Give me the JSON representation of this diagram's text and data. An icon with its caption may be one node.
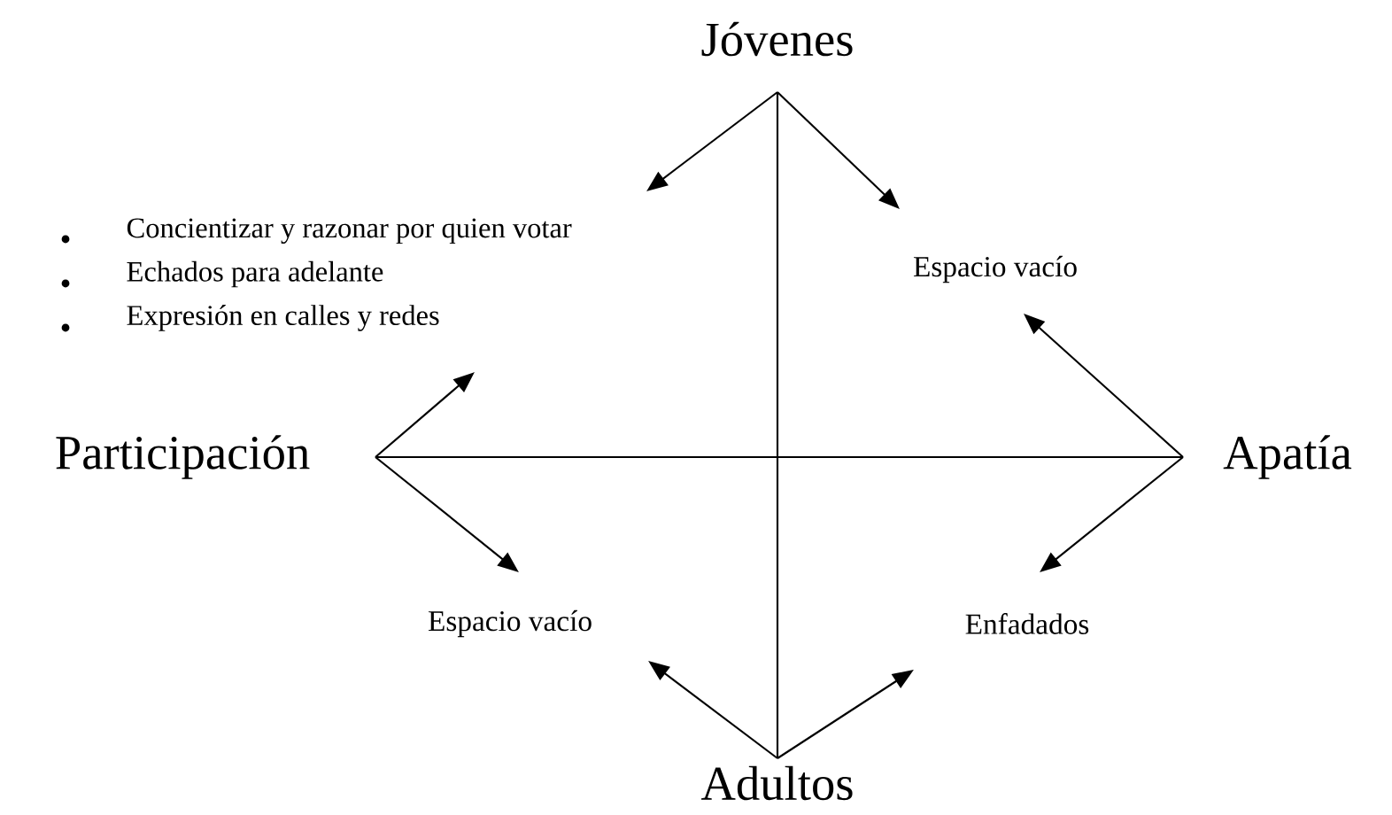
{
  "diagram": {
    "nodes": [
      {
        "text": [
          "Jóvenes"
        ]
      },
      {
        "text": [
          "Concientizar y razonar por quien votar",
          "Echados para adelante",
          "Expresión en calles y redes"
        ]
      },
      {
        "text": [
          "Espacio vacío"
        ]
      },
      {
        "text": [
          "Participación"
        ]
      },
      {
        "text": [
          "Apatía"
        ]
      },
      {
        "text": [
          "Espacio vacío"
        ]
      },
      {
        "text": [
          "Enfadados"
        ]
      },
      {
        "text": [
          "Adultos"
        ]
      }
    ],
    "edges": [
      {
        "from": 0,
        "to": 1,
        "arrow": "to"
      },
      {
        "from": 0,
        "to": 2,
        "arrow": "to"
      },
      {
        "from": 3,
        "to": 1,
        "arrow": "to"
      },
      {
        "from": 3,
        "to": 5,
        "arrow": "to"
      },
      {
        "from": 4,
        "to": 2,
        "arrow": "to"
      },
      {
        "from": 4,
        "to": 6,
        "arrow": "to"
      },
      {
        "from": 7,
        "to": 5,
        "arrow": "to"
      },
      {
        "from": 7,
        "to": 6,
        "arrow": "to"
      },
      {
        "from": 0,
        "to": 7,
        "arrow": "none"
      },
      {
        "from": 3,
        "to": 4,
        "arrow": "none"
      }
    ]
  }
}
